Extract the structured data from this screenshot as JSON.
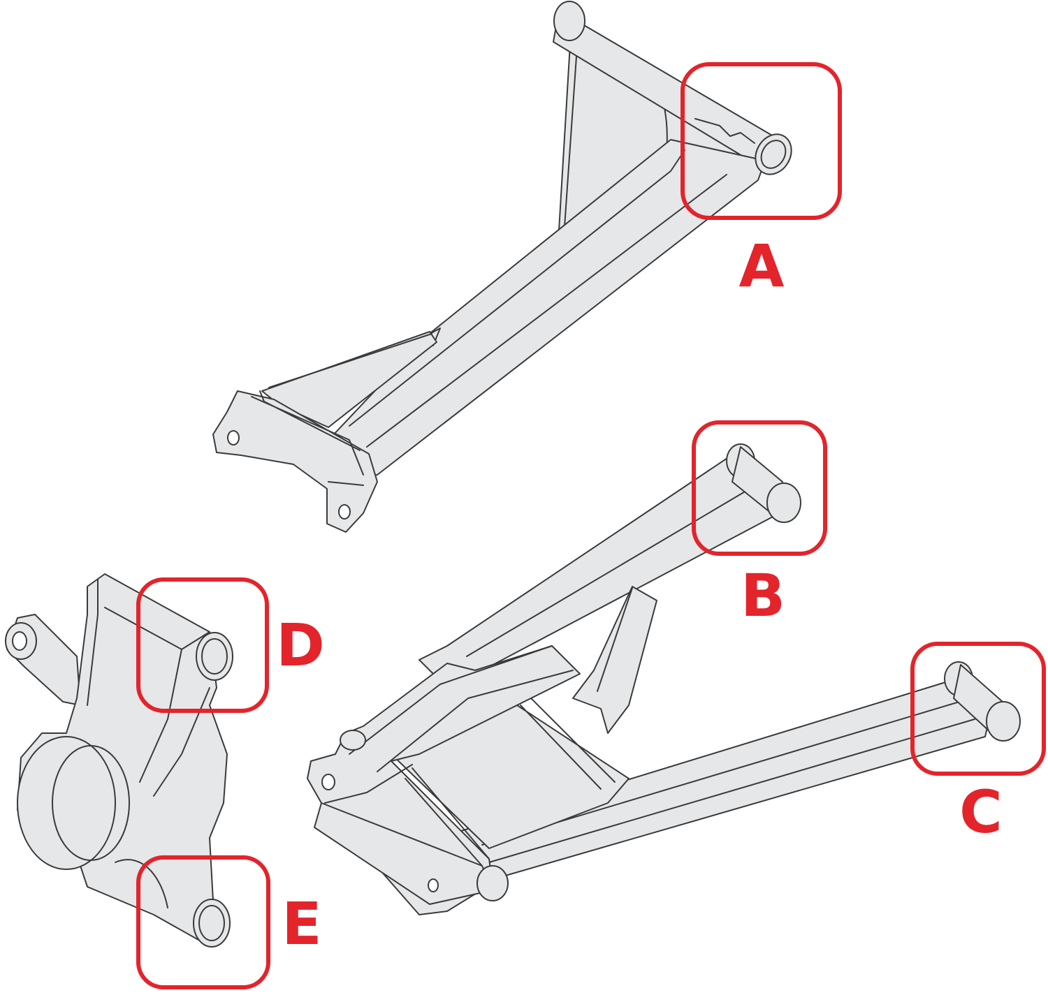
{
  "diagram": {
    "highlight_color": "#e3242b",
    "callouts": [
      {
        "id": "A",
        "label": "A"
      },
      {
        "id": "B",
        "label": "B"
      },
      {
        "id": "C",
        "label": "C"
      },
      {
        "id": "D",
        "label": "D"
      },
      {
        "id": "E",
        "label": "E"
      }
    ],
    "parts": [
      "upper-control-arm",
      "lower-control-arm",
      "steering-knuckle"
    ]
  }
}
